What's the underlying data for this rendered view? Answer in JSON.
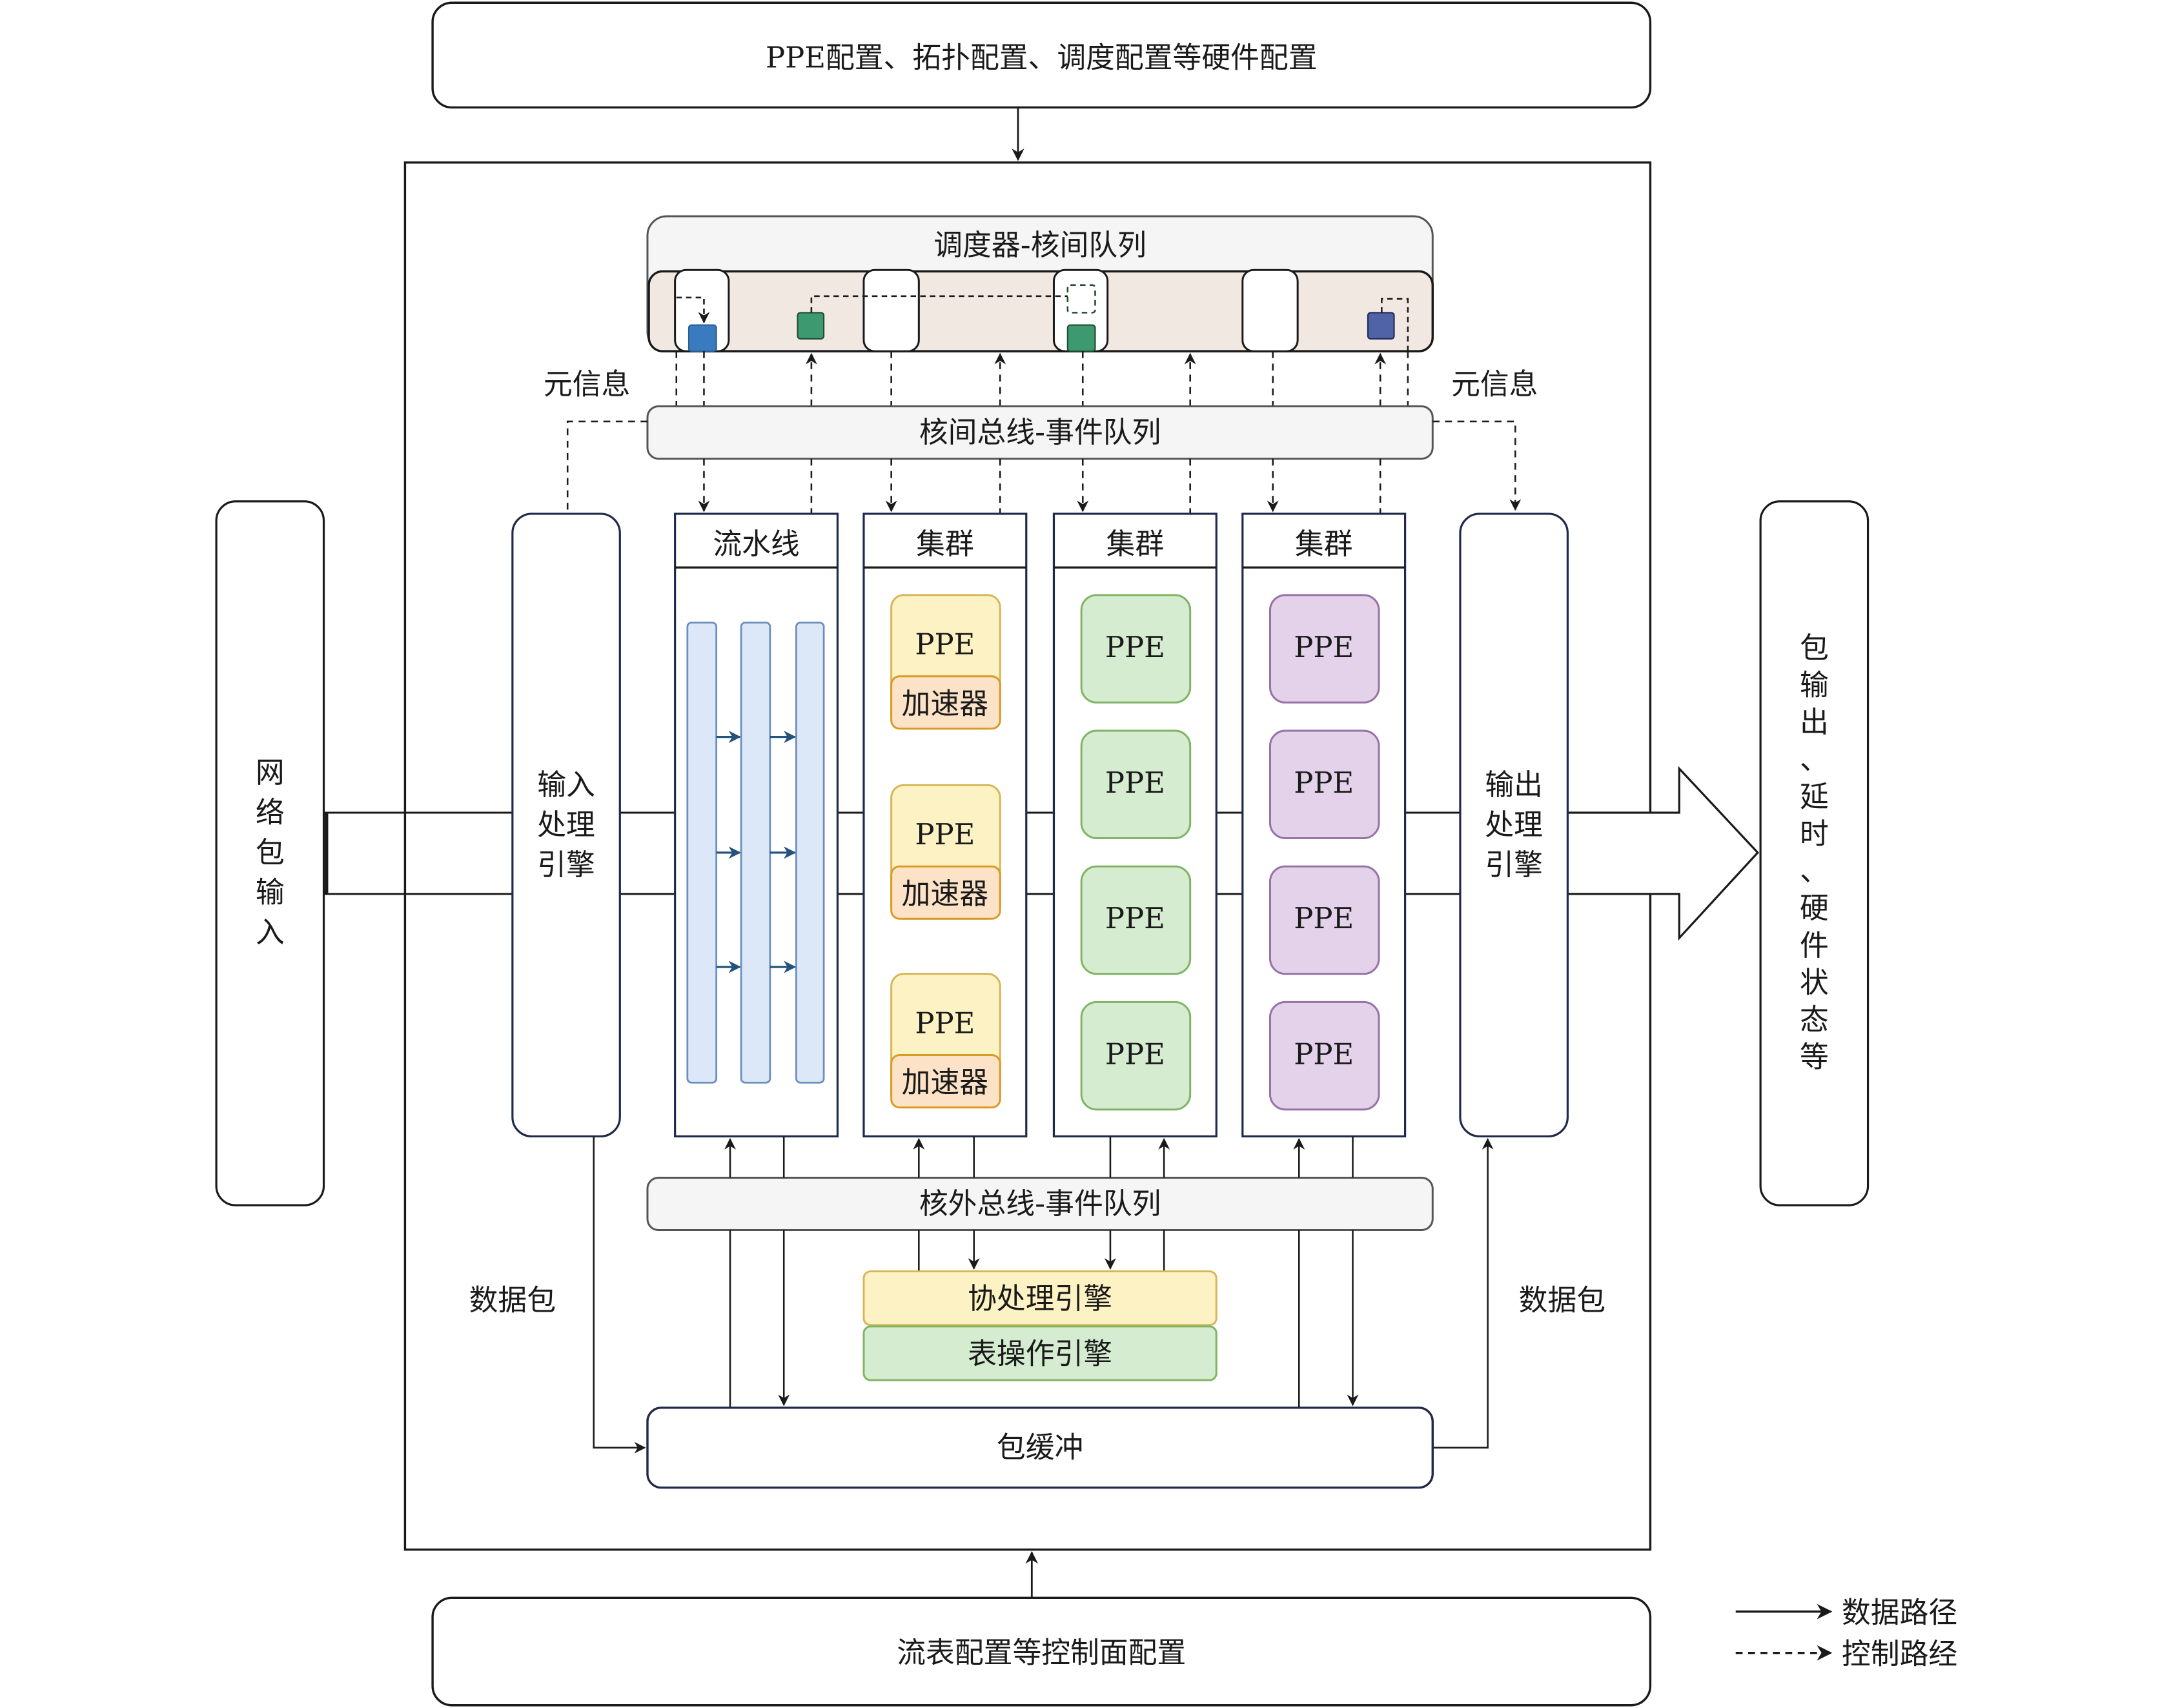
{
  "config_top": {
    "label": "PPE配置、拓扑配置、调度配置等硬件配置"
  },
  "config_bottom": {
    "label": "流表配置等控制面配置"
  },
  "network_input": {
    "label": "网络包输入"
  },
  "output": {
    "label": "包输出、延时、硬件状态等"
  },
  "input_engine": {
    "lines": [
      "输入",
      "处理",
      "引擎"
    ]
  },
  "output_engine": {
    "lines": [
      "输出",
      "处理",
      "引擎"
    ]
  },
  "scheduler": {
    "label": "调度器-核间队列"
  },
  "core_bus": {
    "label": "核间总线-事件队列"
  },
  "offcore_bus": {
    "label": "核外总线-事件队列"
  },
  "meta_left": "元信息",
  "meta_right": "元信息",
  "packet_left": "数据包",
  "packet_right": "数据包",
  "pipeline": {
    "title": "流水线"
  },
  "clusters": [
    {
      "title": "集群",
      "ppe_label": "PPE",
      "accel_label": "加速器",
      "count": 3,
      "color": "yellow"
    },
    {
      "title": "集群",
      "ppe_label": "PPE",
      "count": 4,
      "color": "green"
    },
    {
      "title": "集群",
      "ppe_label": "PPE",
      "count": 4,
      "color": "purple"
    }
  ],
  "coprocessor": {
    "label": "协处理引擎"
  },
  "table_engine": {
    "label": "表操作引擎"
  },
  "packet_buffer": {
    "label": "包缓冲"
  },
  "legend": [
    {
      "label": "数据路径",
      "style": "solid"
    },
    {
      "label": "控制路经",
      "style": "dashed"
    }
  ],
  "colors": {
    "scheduler_band": "#f2e8e2",
    "bus_fill": "#f5f5f5",
    "pipeline_fill": "#dce8f7",
    "pipeline_stroke": "#6c8ebf",
    "ppe_yellow_fill": "#fdf2c3",
    "ppe_yellow_stroke": "#d6b656",
    "accel_fill": "#fce3c8",
    "accel_stroke": "#d79b26",
    "ppe_green_fill": "#d5ecd0",
    "ppe_green_stroke": "#82b366",
    "ppe_purple_fill": "#e3d2ea",
    "ppe_purple_stroke": "#9673a6",
    "token_blue": "#3a7bbf",
    "token_green": "#3d9970",
    "token_navy": "#4f63a6",
    "arrow_blue": "#23527c"
  }
}
